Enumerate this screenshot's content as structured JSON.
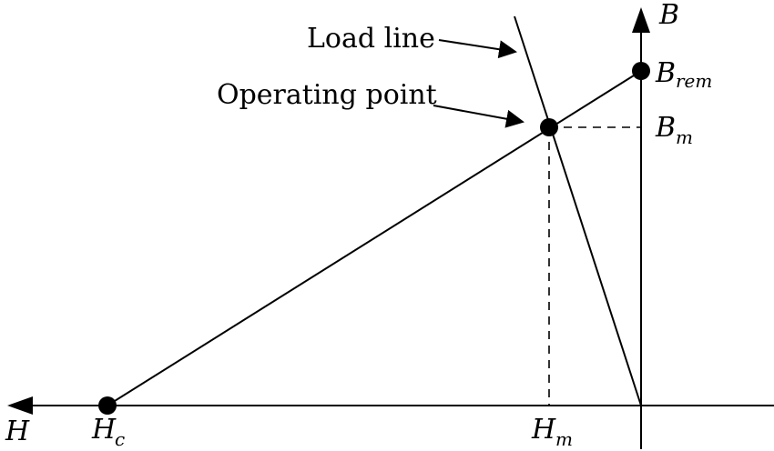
{
  "diagram": {
    "labels": {
      "b_axis": "B",
      "h_axis": "H",
      "b_rem_main": "B",
      "b_rem_sub": "rem",
      "b_m_main": "B",
      "b_m_sub": "m",
      "h_c_main": "H",
      "h_c_sub": "c",
      "h_m_main": "H",
      "h_m_sub": "m",
      "load_line": "Load line",
      "operating_point": "Operating point"
    },
    "colors": {
      "stroke": "#000000",
      "background": "#ffffff"
    }
  }
}
